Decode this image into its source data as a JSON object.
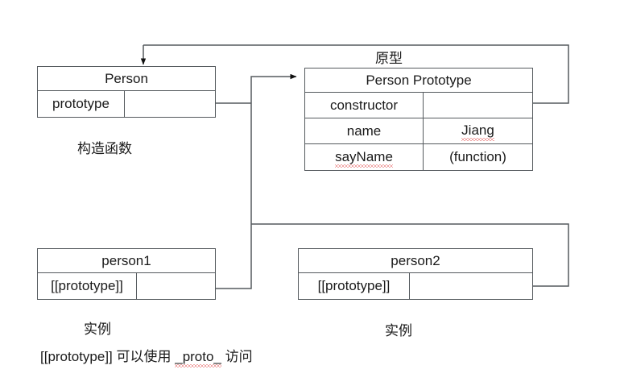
{
  "diagram": {
    "title_label_prototype": "原型",
    "boxes": {
      "person_ctor": {
        "title": "Person",
        "rows": [
          {
            "key": "prototype",
            "value": ""
          }
        ],
        "caption": "构造函数"
      },
      "person_prototype": {
        "title": "Person Prototype",
        "rows": [
          {
            "key": "constructor",
            "value": ""
          },
          {
            "key": "name",
            "value": "Jiang"
          },
          {
            "key": "sayName",
            "value": "(function)"
          }
        ],
        "caption": "原型"
      },
      "person1": {
        "title": "person1",
        "rows": [
          {
            "key": "[[prototype]]",
            "value": ""
          }
        ],
        "caption": "实例"
      },
      "person2": {
        "title": "person2",
        "rows": [
          {
            "key": "[[prototype]]",
            "value": ""
          }
        ],
        "caption": "实例"
      }
    },
    "footnote": {
      "prefix": "[[prototype]] 可以使用 ",
      "highlight": "_proto_",
      "suffix": " 访问"
    },
    "colors": {
      "stroke": "#555a5e",
      "text": "#1a1a1a",
      "squiggle": "#e04a4a",
      "background": "#ffffff"
    }
  }
}
